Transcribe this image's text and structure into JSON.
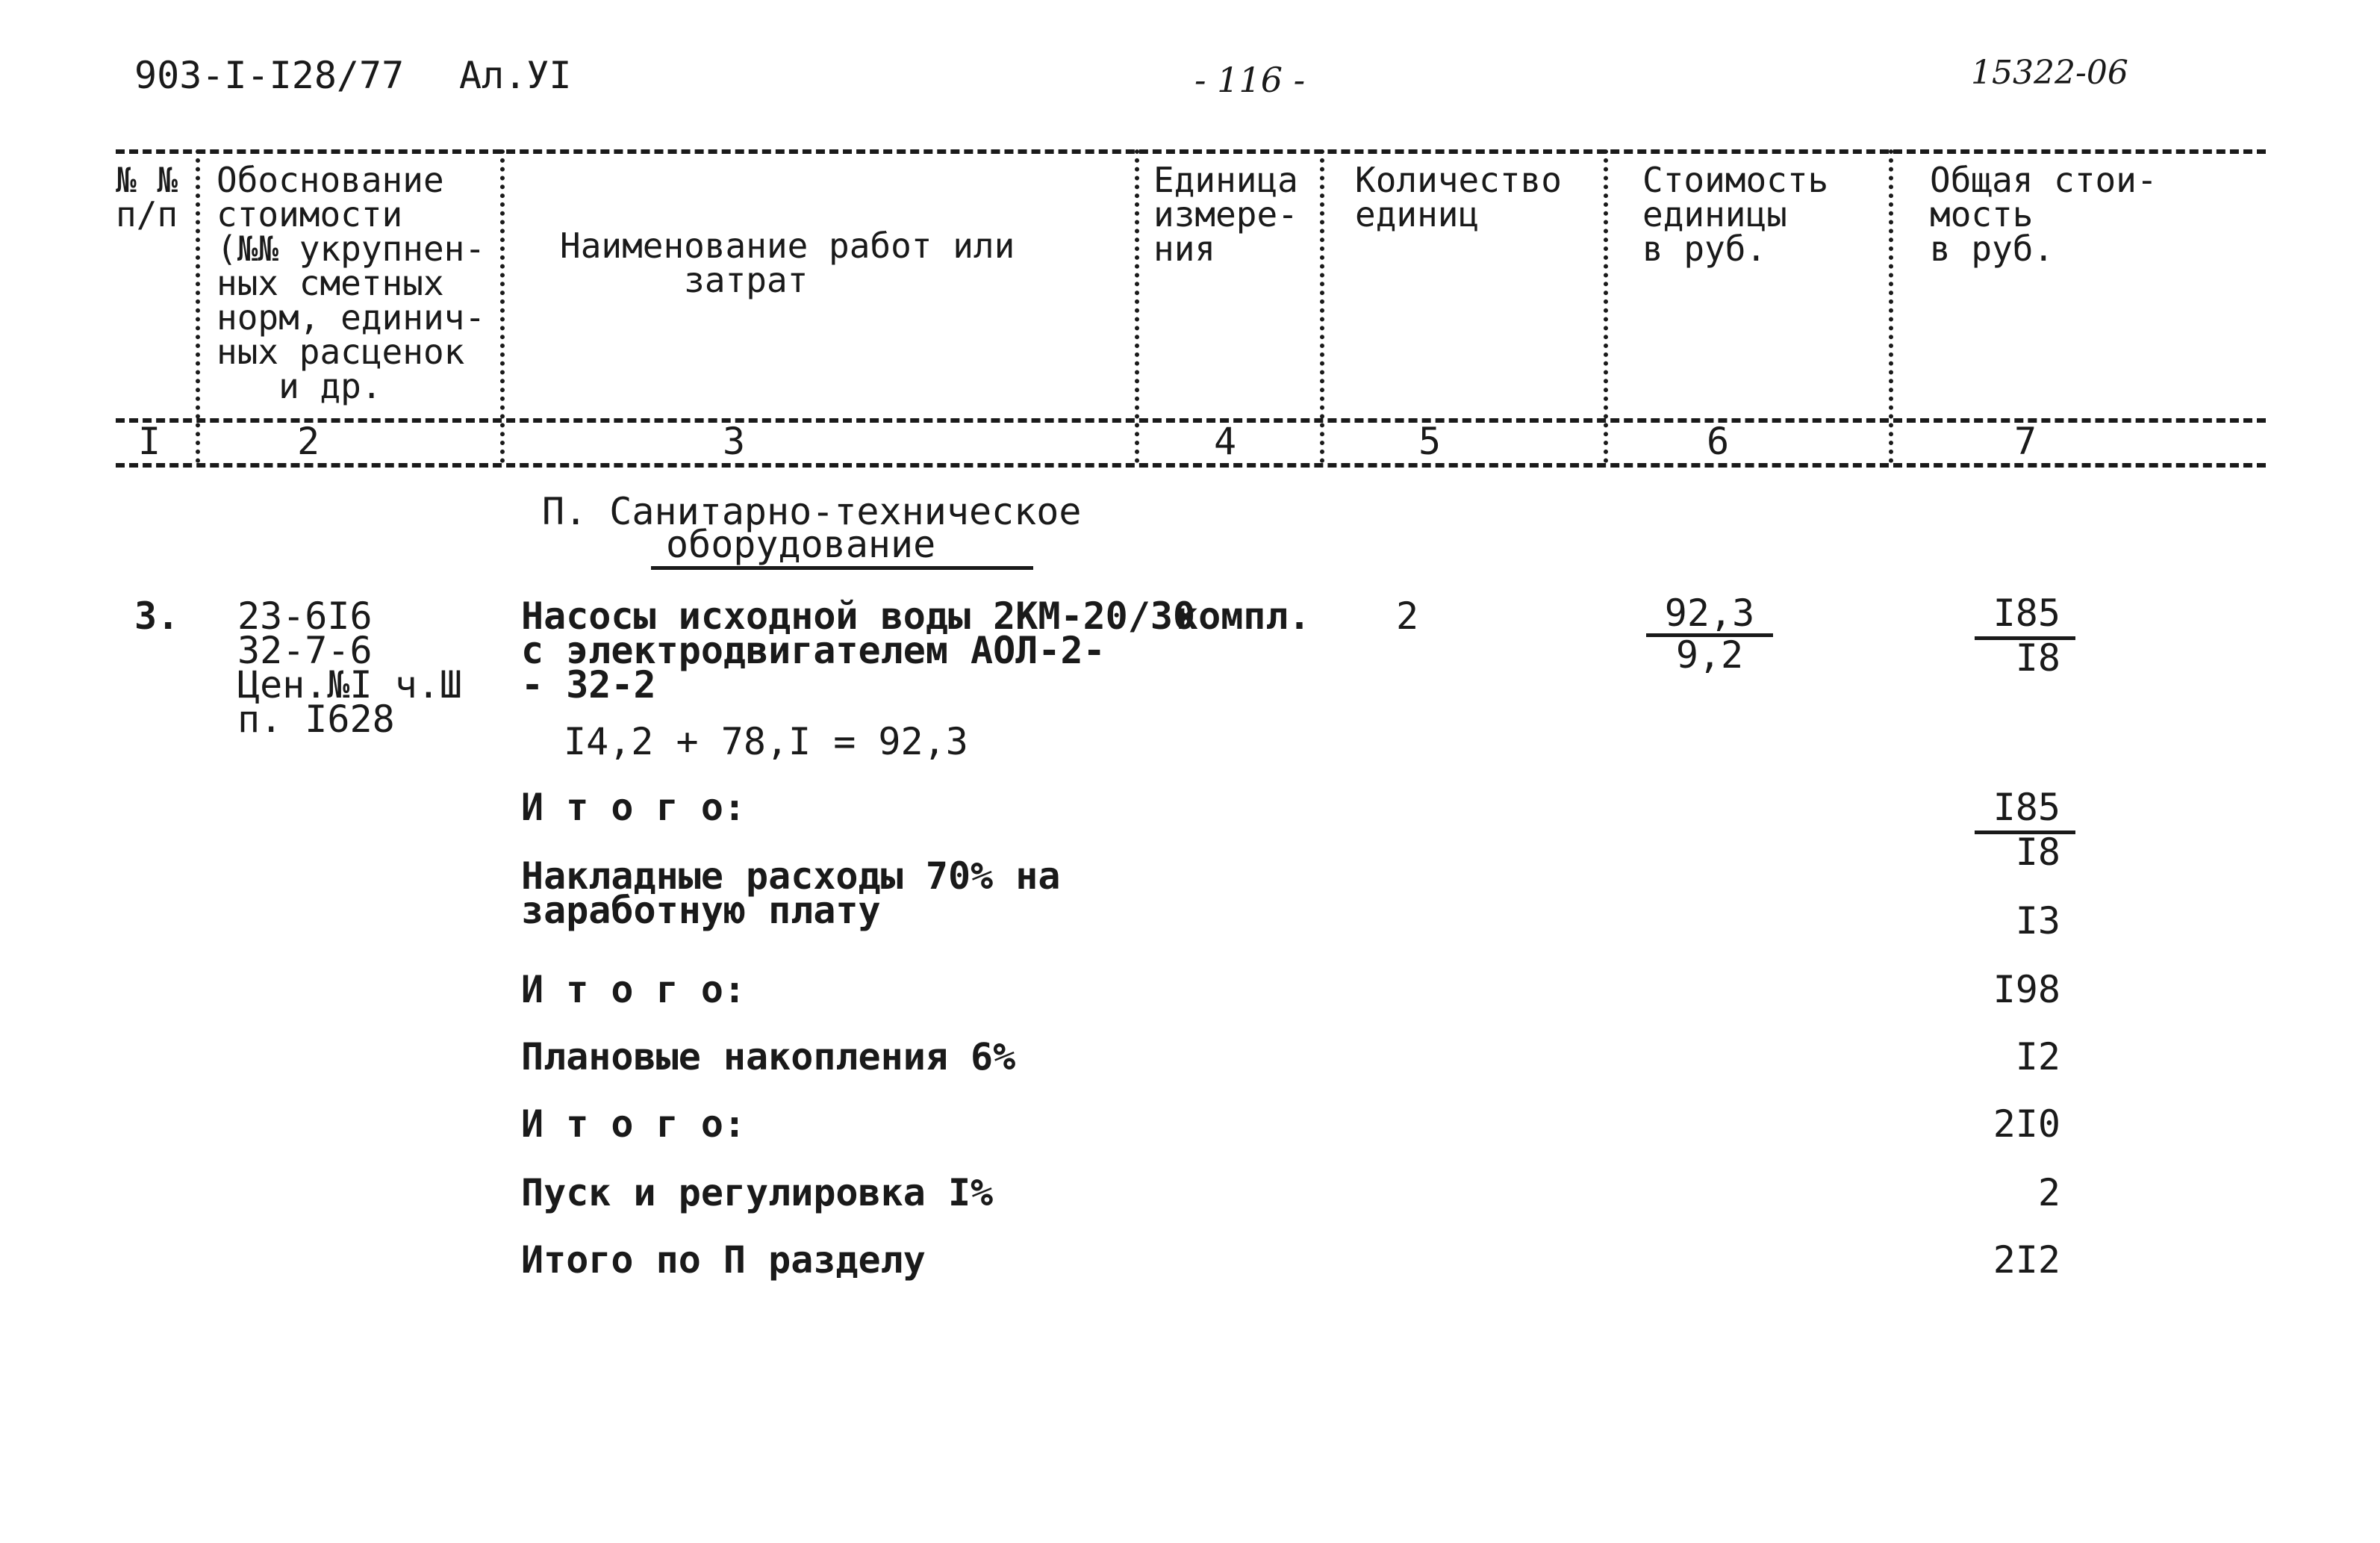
{
  "header": {
    "doc_code": "903-I-I28/77",
    "album": "Ал.УI",
    "page_number": "-  116  -",
    "stamp": "15322-06"
  },
  "table_header": {
    "col1": "№ №\nп/п",
    "col2": "Обоснование\nстоимости\n(№№ укрупнен-\nных сметных\nнорм, единич-\nных расценок\n   и др.",
    "col3": "Наименование работ или\n      затрат",
    "col4": "Единица\nизмере-\nния",
    "col5": "Количество\nединиц",
    "col6": "Стоимость\nединицы\nв руб.",
    "col7": "Общая стои-\nмость\nв руб.",
    "numbers": [
      "I",
      "2",
      "3",
      "4",
      "5",
      "6",
      "7"
    ]
  },
  "section": {
    "title_line1": "П. Санитарно-техническое",
    "title_line2": "оборудование"
  },
  "row": {
    "num": "3.",
    "basis": "23-6I6\n32-7-6\nЦен.№I ч.Ш\nп. I628",
    "name": "Насосы исходной воды 2КМ-20/30\nс электродвигателем АОЛ-2-\n- 32-2",
    "calc": "I4,2 + 78,I = 92,3",
    "unit": "компл.",
    "qty": "2",
    "unit_cost_top": "92,3",
    "unit_cost_bottom": "9,2",
    "total_top": "I85",
    "total_bottom": "I8"
  },
  "summary": [
    {
      "label": "И т о г о:",
      "value_top": "I85",
      "value_bottom": "I8"
    },
    {
      "label": "Накладные расходы 70% на\nзаработную плату",
      "value": "I3"
    },
    {
      "label": "И т о г о:",
      "value": "I98"
    },
    {
      "label": "Плановые накопления 6%",
      "value": "I2"
    },
    {
      "label": "И т о г о:",
      "value": "2I0"
    },
    {
      "label": "Пуск и регулировка I%",
      "value": "2"
    },
    {
      "label": "Итого по П разделу",
      "value": "2I2"
    }
  ]
}
